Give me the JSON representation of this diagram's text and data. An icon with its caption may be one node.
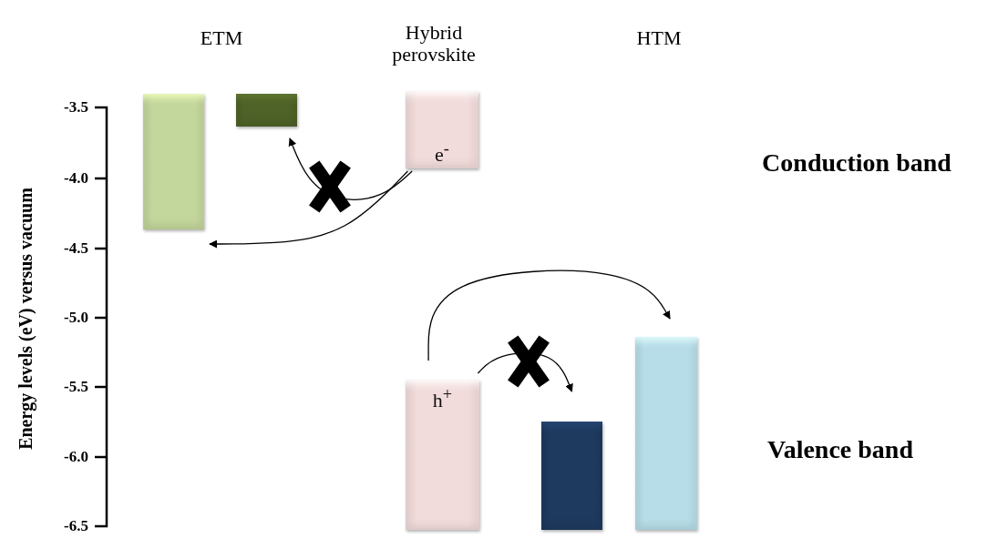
{
  "diagram": {
    "nodes": [
      {
        "text": [],
        "shape": "bar"
      },
      {
        "text": [],
        "shape": "bar"
      },
      {
        "text": [
          "e$^{-}$"
        ]
      },
      {
        "text": [
          "h$^{+}$"
        ]
      },
      {
        "text": [],
        "shape": "bar"
      },
      {
        "text": [],
        "shape": "bar"
      }
    ],
    "edges": [
      {
        "from": 2,
        "to": 0,
        "arrow": "to"
      },
      {
        "from": 2,
        "to": 1,
        "arrow": "to"
      },
      {
        "from": 3,
        "to": 5,
        "arrow": "to"
      },
      {
        "from": 3,
        "to": 4,
        "arrow": "to"
      }
    ],
    "labels": [
      "ETM",
      "Hybrid perovskite",
      "HTM",
      "-3.5",
      "-4.0",
      "-4.5",
      "-5.0",
      "-5.5",
      "-6.0",
      "-6.5",
      "Conduction band",
      "Valence band",
      "Energy levels (eV) versus vacuum"
    ]
  }
}
